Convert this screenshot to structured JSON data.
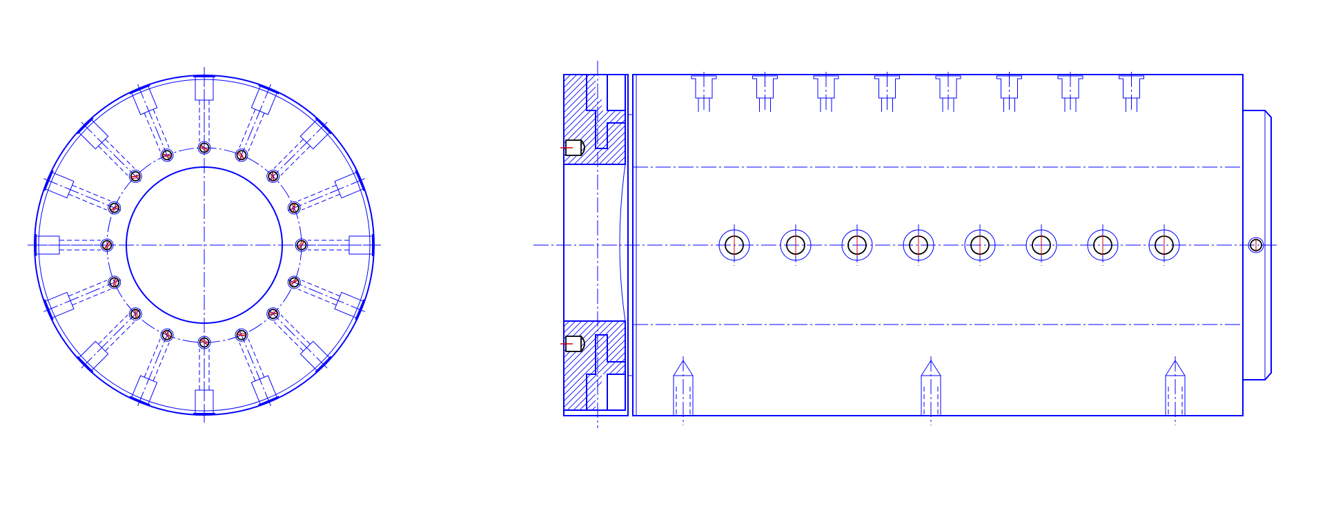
{
  "drawing": {
    "colors": {
      "outline": "#0000ff",
      "hidden_edges": "#0000ff",
      "center_lines": "#0000ff",
      "fasteners": "#000000",
      "fastener_marks": "#cc0000",
      "background": "#ffffff"
    },
    "views": [
      {
        "kind": "end view",
        "radial_holes": 16,
        "bolt_circle_screws": 16
      },
      {
        "kind": "side view with partial section",
        "top_holes": 8,
        "front_ports": 8,
        "bottom_tapped_holes": 3
      }
    ]
  }
}
